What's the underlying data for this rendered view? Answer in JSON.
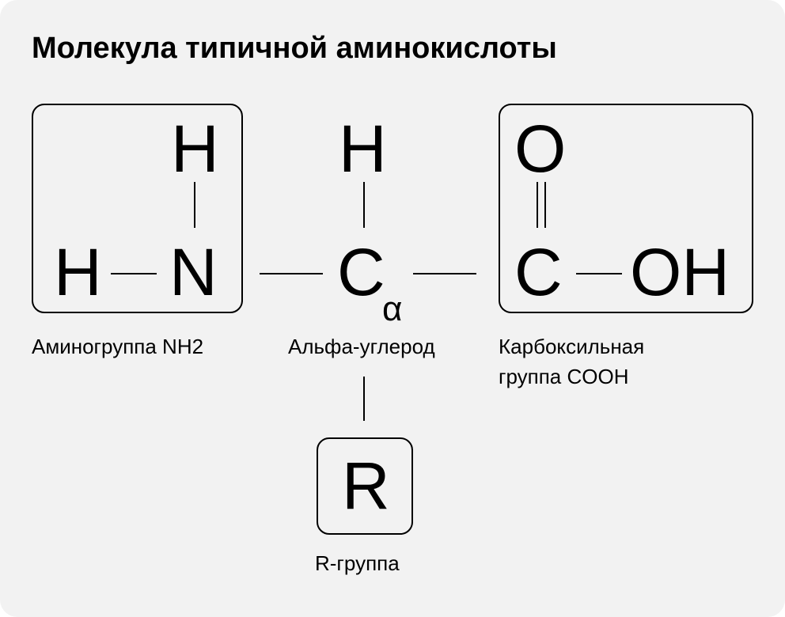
{
  "title": "Молекула типичной аминокислоты",
  "atoms": {
    "amino_h_top": "H",
    "amino_h_left": "H",
    "amino_n": "N",
    "alpha_h": "H",
    "alpha_c": "C",
    "alpha_sub": "α",
    "carb_o": "O",
    "carb_c": "C",
    "carb_oh": "OH",
    "r": "R"
  },
  "labels": {
    "amino": "Аминогруппа NH2",
    "alpha": "Альфа-углерод",
    "carboxyl_1": "Карбоксильная",
    "carboxyl_2": "группа COOH",
    "r": "R-группа"
  }
}
